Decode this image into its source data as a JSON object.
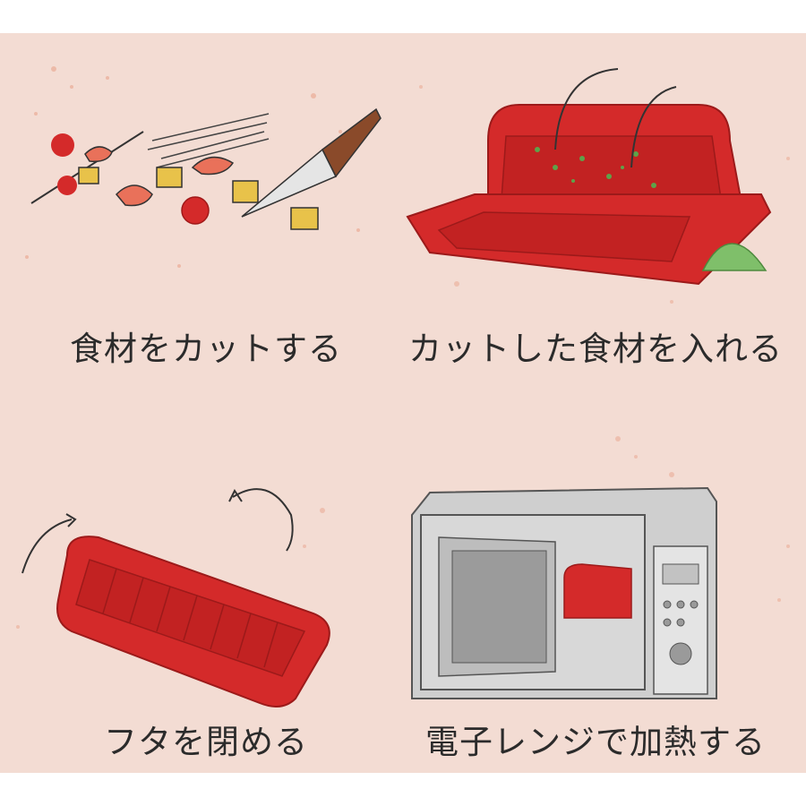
{
  "steps": [
    {
      "caption": "食材をカットする"
    },
    {
      "caption": "カットした食材を入れる"
    },
    {
      "caption": "フタを閉める"
    },
    {
      "caption": "電子レンジで加熱する"
    }
  ],
  "colors": {
    "background": "#f3dcd3",
    "steamer_red": "#d42a2a",
    "text": "#2b2b2b"
  }
}
